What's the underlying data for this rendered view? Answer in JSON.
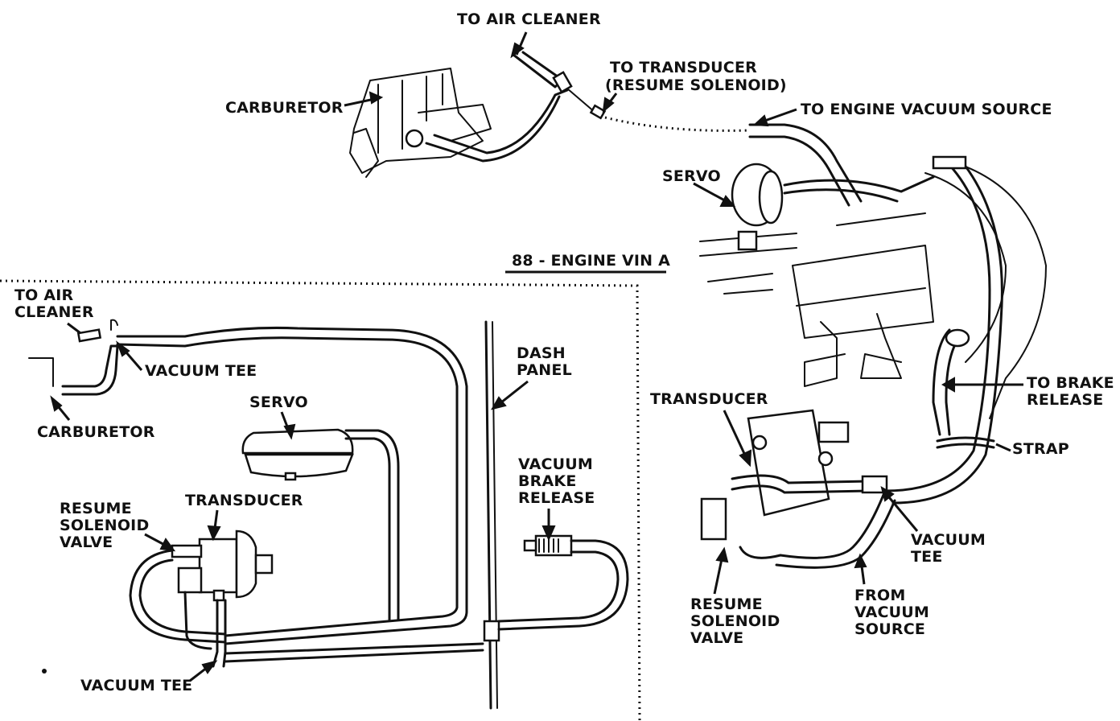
{
  "top": {
    "to_air_cleaner": "TO AIR CLEANER",
    "carburetor": "CARBURETOR",
    "to_transducer_1": "TO TRANSDUCER",
    "to_transducer_2": "(RESUME SOLENOID)",
    "to_engine_vacuum": "TO ENGINE VACUUM SOURCE"
  },
  "left": {
    "section_title": "88 - ENGINE VIN A",
    "to_air_cleaner_1": "TO AIR",
    "to_air_cleaner_2": "CLEANER",
    "vacuum_tee_top": "VACUUM TEE",
    "carburetor": "CARBURETOR",
    "servo": "SERVO",
    "dash_panel_1": "DASH",
    "dash_panel_2": "PANEL",
    "vacuum_brake_release_1": "VACUUM",
    "vacuum_brake_release_2": "BRAKE",
    "vacuum_brake_release_3": "RELEASE",
    "transducer": "TRANSDUCER",
    "resume_solenoid_1": "RESUME",
    "resume_solenoid_2": "SOLENOID",
    "resume_solenoid_3": "VALVE",
    "vacuum_tee_bottom": "VACUUM TEE"
  },
  "right": {
    "servo": "SERVO",
    "to_brake_release_1": "TO BRAKE",
    "to_brake_release_2": "RELEASE",
    "transducer": "TRANSDUCER",
    "strap": "STRAP",
    "vacuum_tee_1": "VACUUM",
    "vacuum_tee_2": "TEE",
    "resume_solenoid_1": "RESUME",
    "resume_solenoid_2": "SOLENOID",
    "resume_solenoid_3": "VALVE",
    "from_vacuum_1": "FROM",
    "from_vacuum_2": "VACUUM",
    "from_vacuum_3": "SOURCE"
  }
}
